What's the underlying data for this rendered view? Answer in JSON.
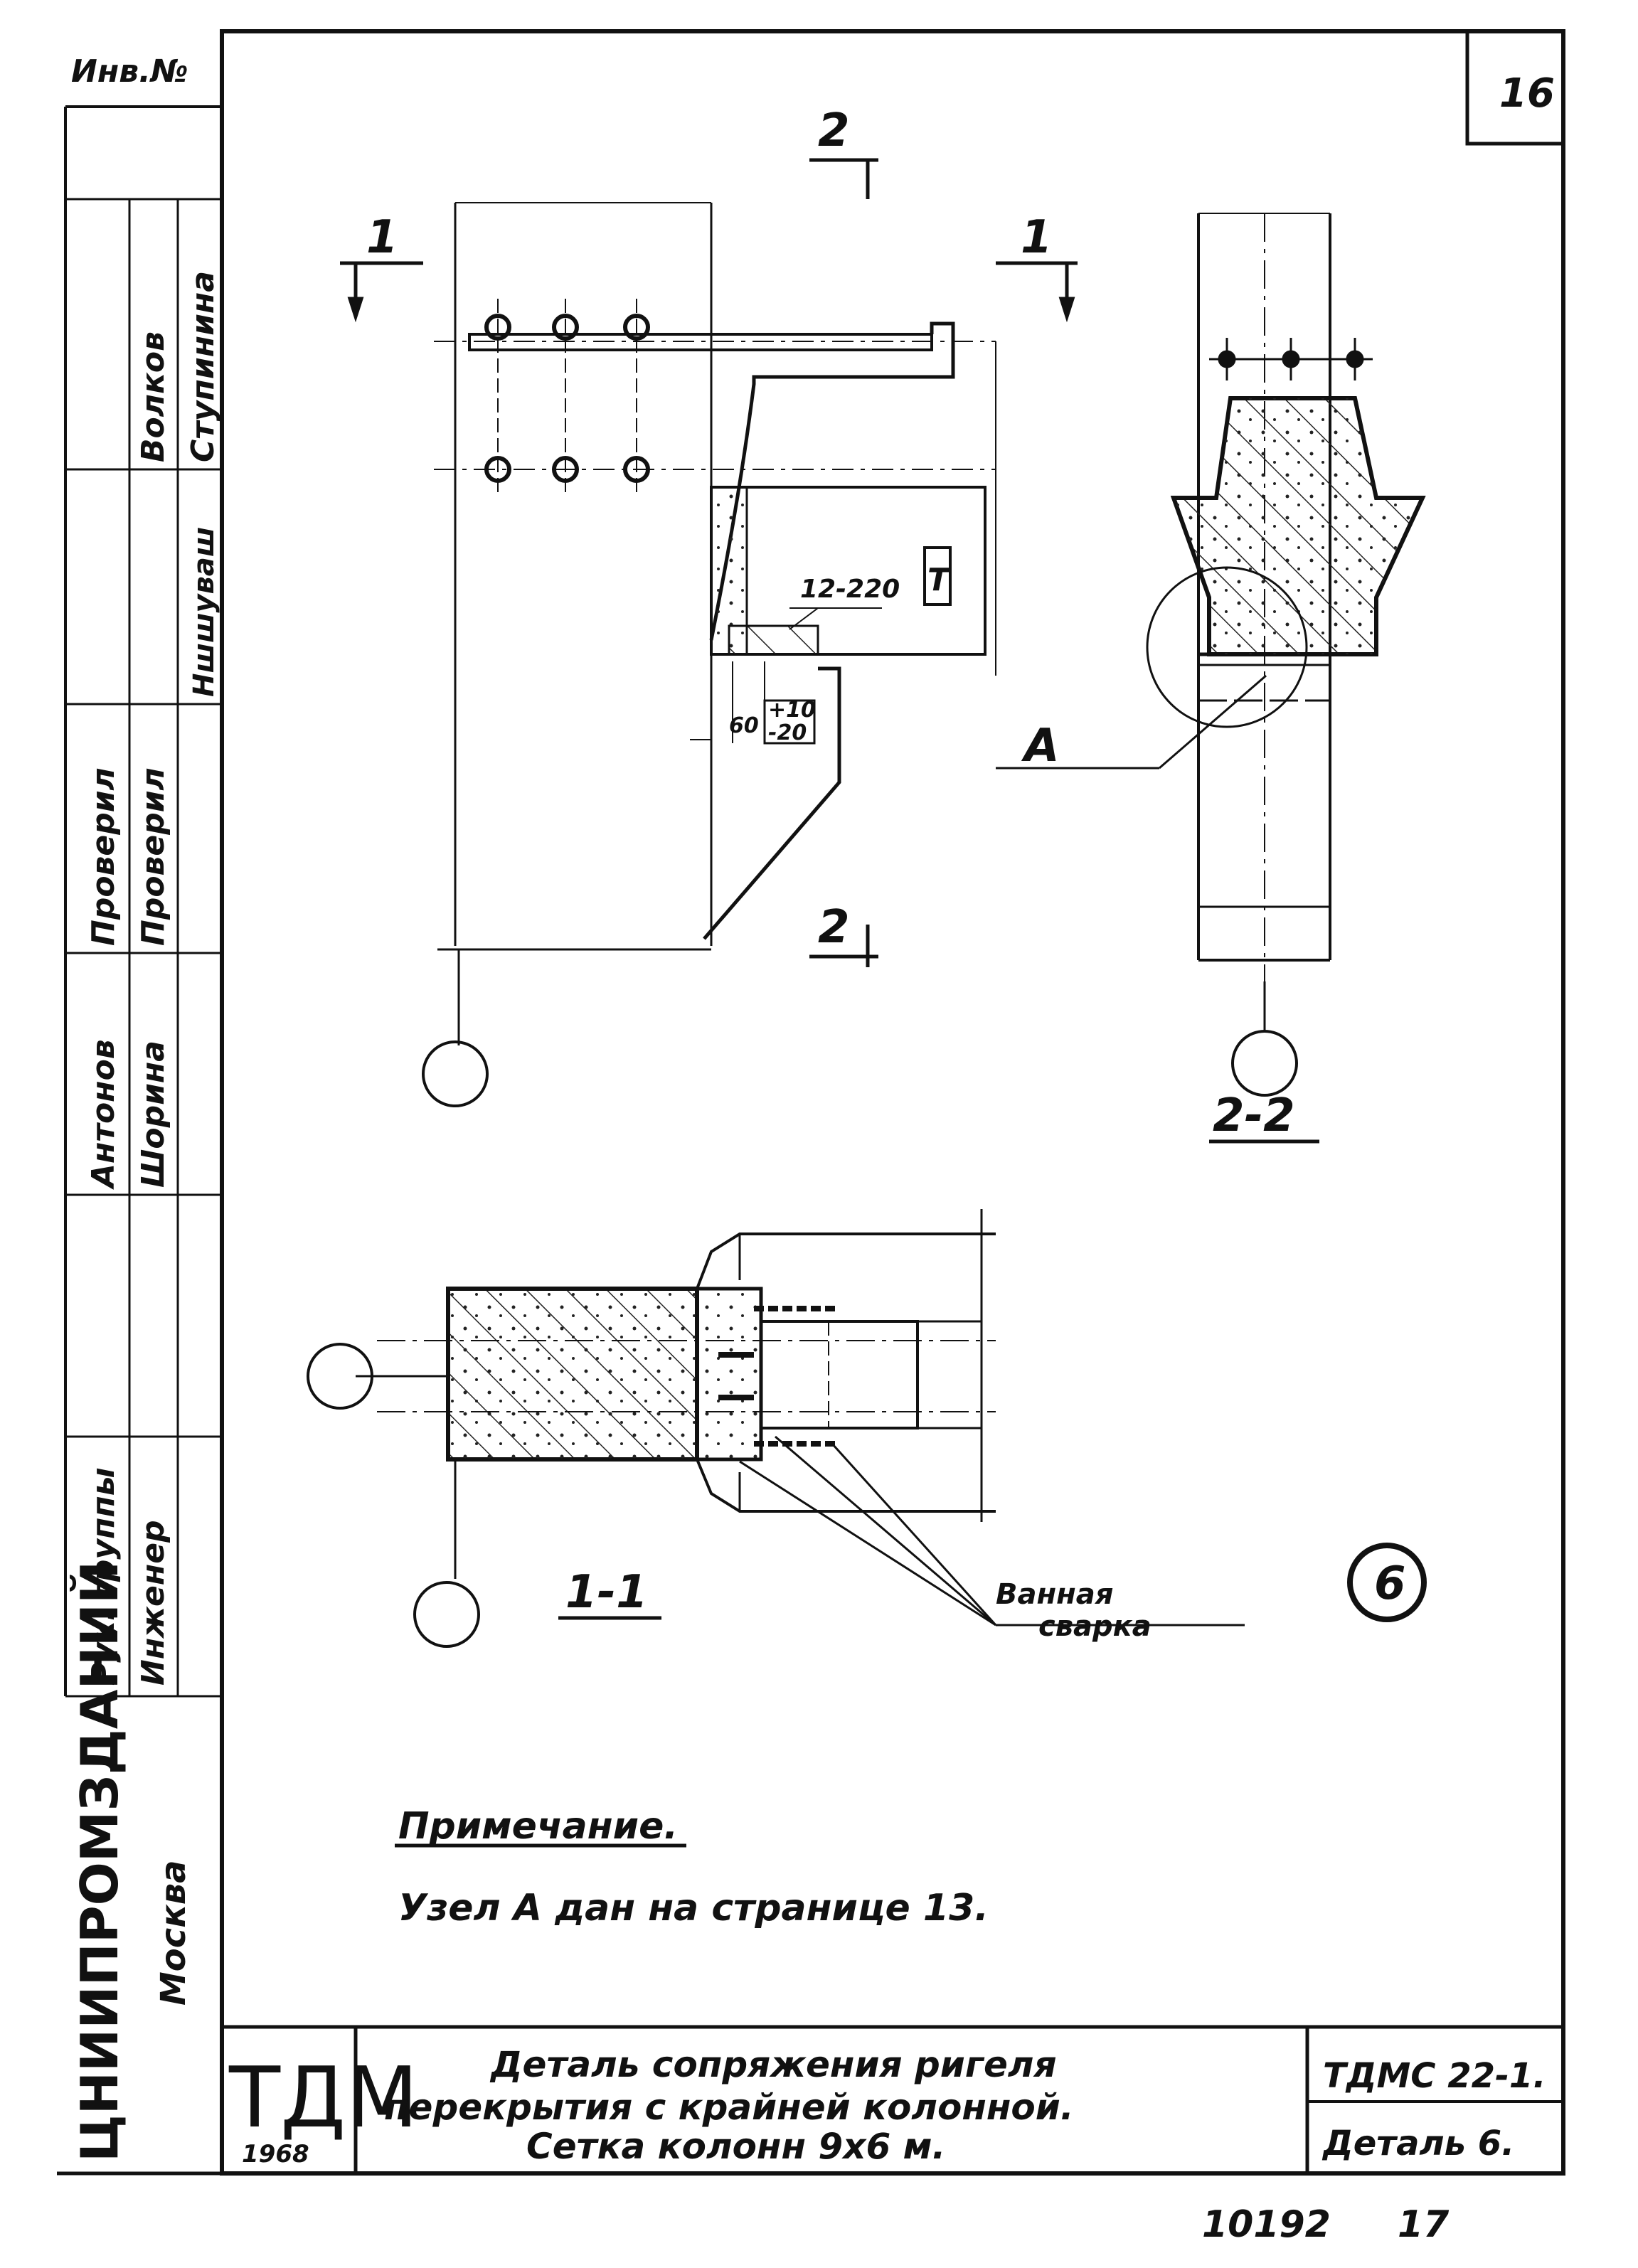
{
  "page_number": "16",
  "inventory_label": "Инв.№",
  "stamp_rows": [
    {
      "role": "Рук. группы",
      "name": "Антонов"
    },
    {
      "role": "Инженер",
      "name": "Шорина"
    },
    {
      "role": "Проверил",
      "name": "Волков"
    },
    {
      "role": "Проверил",
      "name": "Ступинина"
    }
  ],
  "stamp_extra": [
    "Ншшуваш"
  ],
  "organization": "ЦНИИПРОМЗДАНИЙ",
  "city": "Москва",
  "logo": {
    "text": "ТДМ",
    "year": "1968"
  },
  "section_marks": {
    "s1_left": "1",
    "s1_right": "1",
    "s2_top": "2",
    "s2_bottom": "2",
    "section_22_label": "2-2",
    "section_11_label": "1-1"
  },
  "annotations": {
    "weld_label": "12-220",
    "dim_60": "60",
    "dim_fraction_top": "+10",
    "dim_fraction_bottom": "-20",
    "node_label": "А",
    "bath_weld_line1": "Ванная",
    "bath_weld_line2": "сварка",
    "detail_number": "6",
    "t_mark": "Т"
  },
  "note": {
    "title": "Примечание.",
    "text": "Узел А дан на странице 13."
  },
  "title_block": {
    "title_line1": "Деталь сопряжения ригеля",
    "title_line2": "перекрытия с крайней колонной.",
    "title_line3": "Сетка колонн 9х6 м.",
    "code": "ТДМС 22-1.",
    "detail": "Деталь 6."
  },
  "footer": {
    "number": "10192",
    "page": "17"
  }
}
